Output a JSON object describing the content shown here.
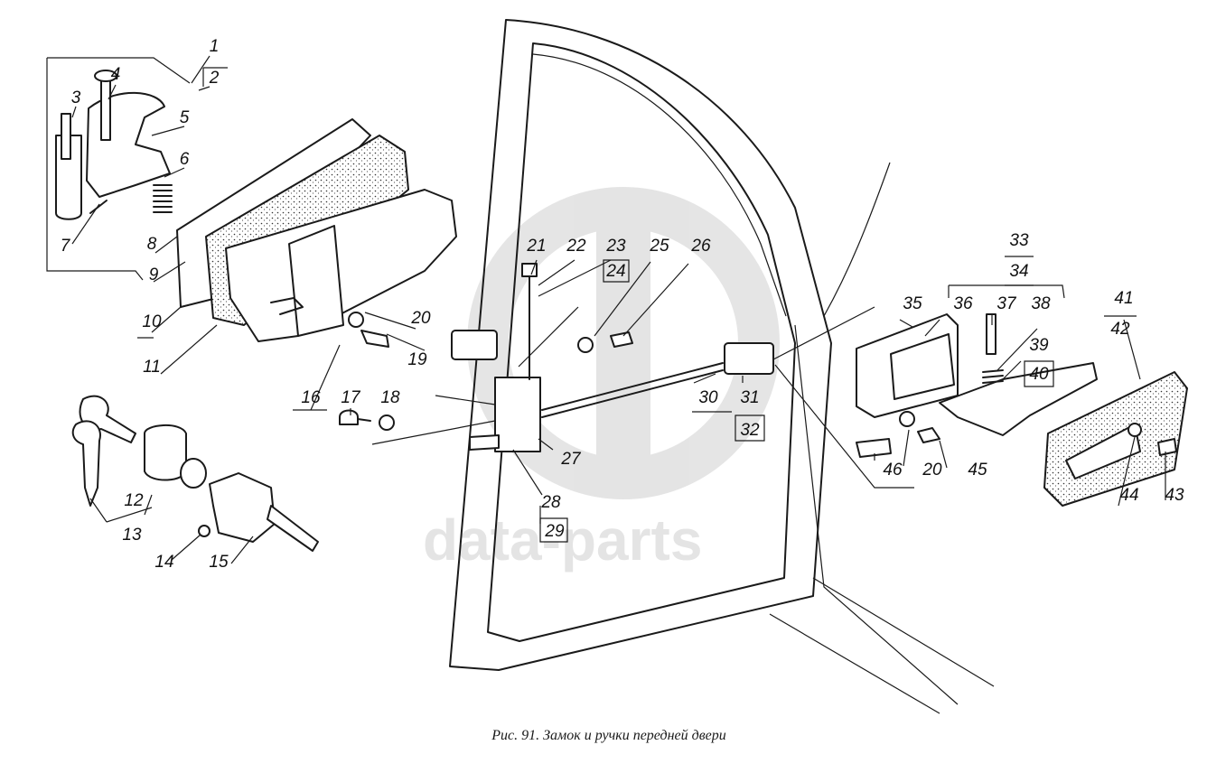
{
  "watermark": {
    "text": "data-parts"
  },
  "caption": "Рис. 91. Замок и ручки передней двери",
  "callouts": [
    "1",
    "2",
    "3",
    "4",
    "5",
    "6",
    "7",
    "8",
    "9",
    "10",
    "11",
    "12",
    "13",
    "14",
    "15",
    "16",
    "17",
    "18",
    "19",
    "20",
    "21",
    "22",
    "23",
    "24",
    "25",
    "26",
    "27",
    "28",
    "29",
    "30",
    "31",
    "32",
    "33",
    "34",
    "35",
    "36",
    "37",
    "38",
    "39",
    "40",
    "41",
    "42",
    "43",
    "44",
    "45",
    "46"
  ],
  "repeat_label_20": "20"
}
